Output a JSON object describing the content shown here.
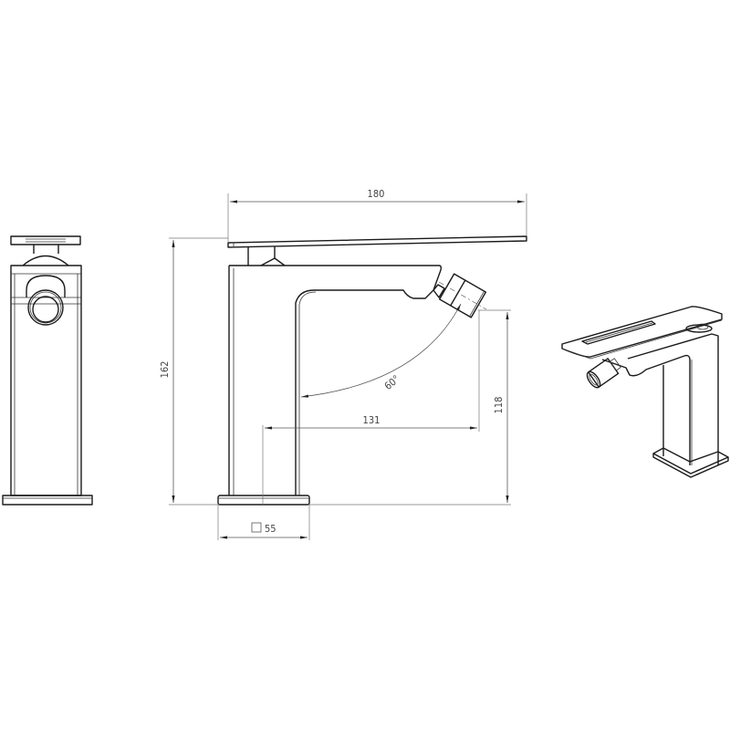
{
  "drawing": {
    "type": "technical drawing - bidet mixer faucet",
    "views": [
      "side-view",
      "front-view",
      "isometric-view"
    ]
  },
  "dimensions": {
    "overall_length": "180",
    "overall_height": "162",
    "spout_height": "118",
    "spout_reach": "131",
    "base_square": "55",
    "spray_angle": "60°"
  },
  "colors": {
    "line": "#1a1a1a",
    "dimension": "#555555",
    "background": "#ffffff"
  }
}
